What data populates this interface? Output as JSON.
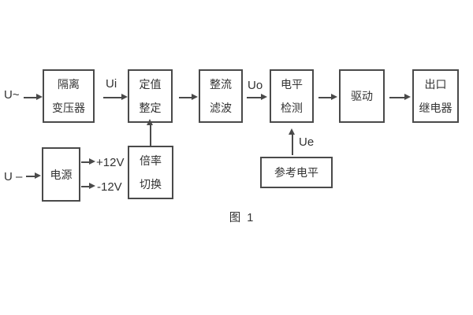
{
  "figure": {
    "caption": "图 1"
  },
  "blocks": [
    {
      "name": "isolation-transformer",
      "lines": [
        "隔离",
        "变压器"
      ]
    },
    {
      "name": "value-setting",
      "lines": [
        "定值",
        "整定"
      ]
    },
    {
      "name": "rectify-filter",
      "lines": [
        "整流",
        "滤波"
      ]
    },
    {
      "name": "level-detect",
      "lines": [
        "电平",
        "检测"
      ]
    },
    {
      "name": "drive",
      "lines": [
        "驱动"
      ]
    },
    {
      "name": "output-relay",
      "lines": [
        "出口",
        "继电器"
      ]
    },
    {
      "name": "power-supply",
      "lines": [
        "电源"
      ]
    },
    {
      "name": "ratio-switch",
      "lines": [
        "倍率",
        "切换"
      ]
    },
    {
      "name": "reference-level",
      "lines": [
        "参考电平"
      ]
    }
  ],
  "signals": {
    "ac_input": "U~",
    "ui": "Ui",
    "uo": "Uo",
    "ue": "Ue",
    "dc_input": "U –",
    "rail_pos": "+12V",
    "rail_neg": "-12V"
  },
  "colors": {
    "line": "#4a4a4a",
    "text": "#333333",
    "background": "#ffffff"
  }
}
